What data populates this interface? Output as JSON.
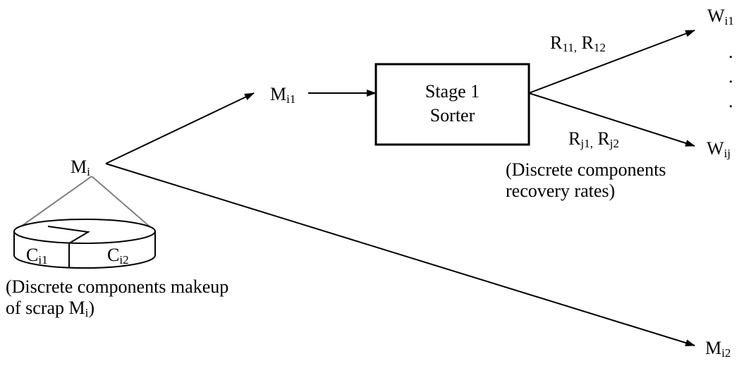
{
  "nodes": {
    "mi": {
      "base": "M",
      "sub": "i"
    },
    "mi1": {
      "base": "M",
      "sub": "i1"
    },
    "mi2": {
      "base": "M",
      "sub": "i2"
    },
    "wi1": {
      "base": "W",
      "sub": "i1"
    },
    "wij": {
      "base": "W",
      "sub": "ij"
    }
  },
  "sorter": {
    "line1": "Stage 1",
    "line2": "Sorter"
  },
  "rates": {
    "top": {
      "r1": "R",
      "r1_sub": "11,",
      "r2": "R",
      "r2_sub": "12"
    },
    "bottom": {
      "r1": "R",
      "r1_sub": "j1,",
      "r2": "R",
      "r2_sub": "j2"
    }
  },
  "recovery_note": {
    "line1": "(Discrete components",
    "line2": "recovery rates)"
  },
  "pie": {
    "c1": {
      "base": "C",
      "sub": "i1"
    },
    "c2": {
      "base": "C",
      "sub": "i2"
    }
  },
  "makeup_note": {
    "line1": "(Discrete components makeup",
    "line2_prefix": "of scrap M",
    "line2_sub": "i",
    "line2_suffix": ")"
  },
  "ellipsis": ".",
  "colors": {
    "line": "#000000",
    "pie_outline": "#808080"
  }
}
